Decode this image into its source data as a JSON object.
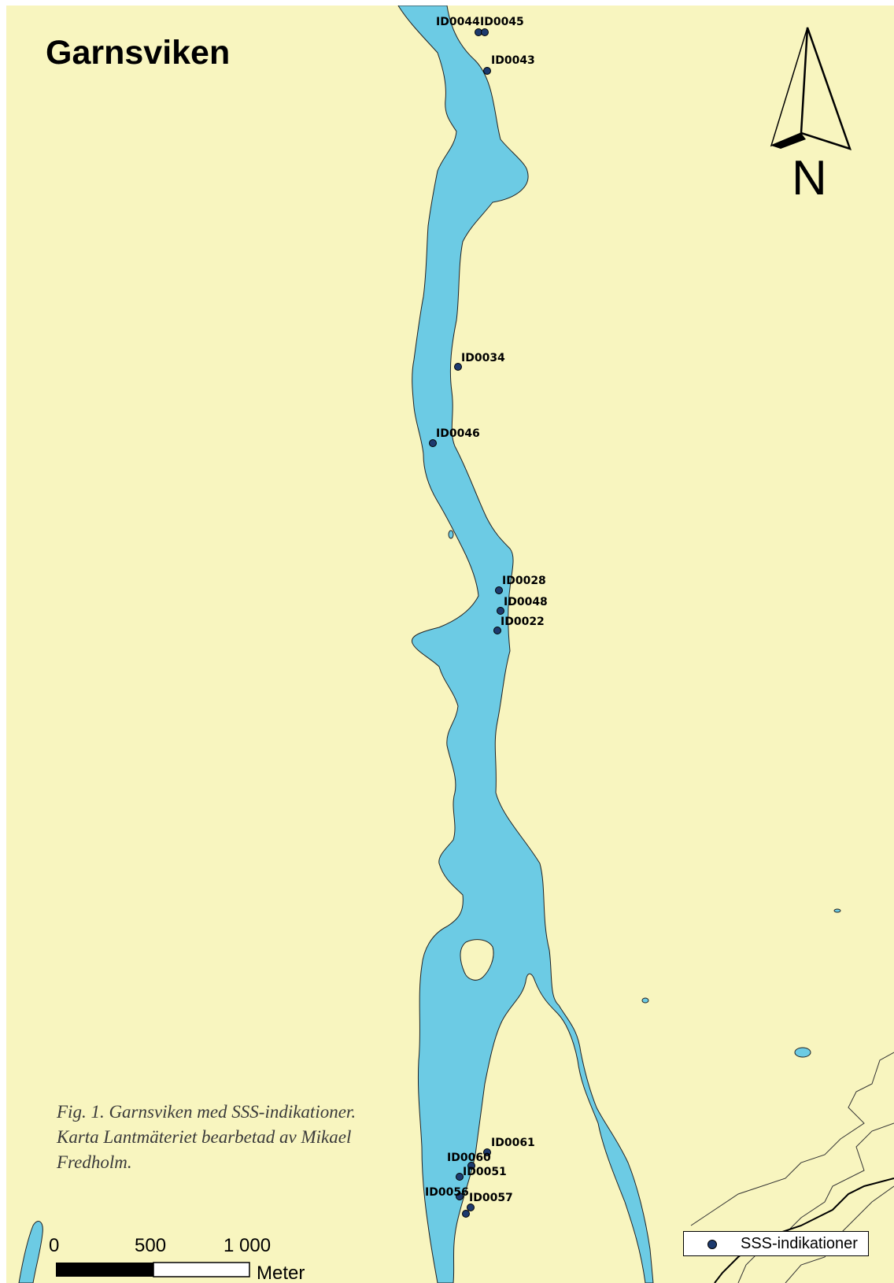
{
  "map": {
    "title": "Garnsviken",
    "caption": "Fig. 1. Garnsviken med SSS-indikationer. Karta Lantmäteriet bearbetad av Mikael Fredholm.",
    "north_label": "N",
    "colors": {
      "land": "#f8f5bf",
      "water": "#6ccbe4",
      "point": "#1d3a6e",
      "boundary": "#000000"
    },
    "scale_bar": {
      "ticks": [
        "0",
        "500",
        "1 000"
      ],
      "unit": "Meter"
    },
    "legend": {
      "symbol": "circle",
      "label": "SSS-indikationer"
    },
    "points": [
      {
        "id": "ID0044"
      },
      {
        "id": "ID0045"
      },
      {
        "id": "ID0043"
      },
      {
        "id": "ID0034"
      },
      {
        "id": "ID0046"
      },
      {
        "id": "ID0028"
      },
      {
        "id": "ID0048"
      },
      {
        "id": "ID0022"
      },
      {
        "id": "ID0061"
      },
      {
        "id": "ID0060"
      },
      {
        "id": "ID0051"
      },
      {
        "id": "ID0056"
      },
      {
        "id": "ID0057"
      }
    ]
  }
}
